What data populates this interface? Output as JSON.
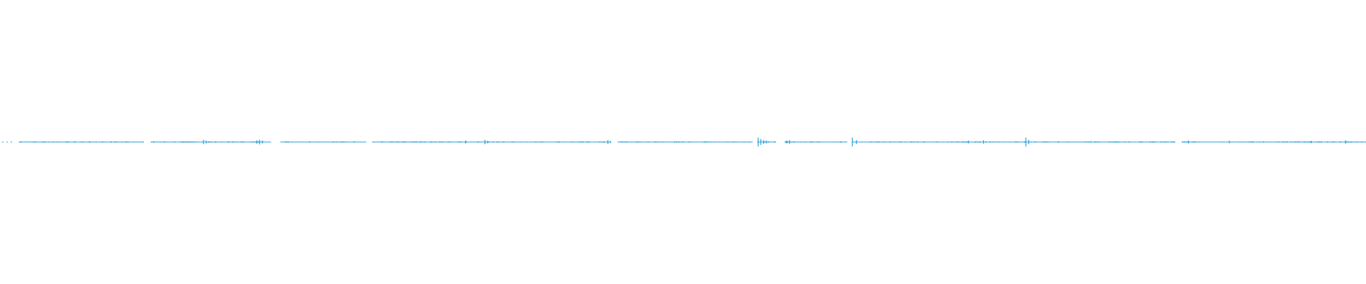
{
  "waveform": {
    "color": "#2a9fd6",
    "amplitude_scale": [
      -1,
      1
    ],
    "peaks": [
      {
        "t": 0.015,
        "amp": 0.12
      },
      {
        "t": 0.149,
        "amp": 0.45
      },
      {
        "t": 0.151,
        "amp": 0.3
      },
      {
        "t": 0.153,
        "amp": 0.15
      },
      {
        "t": 0.188,
        "amp": 0.35
      },
      {
        "t": 0.19,
        "amp": 0.5
      },
      {
        "t": 0.192,
        "amp": 0.3
      },
      {
        "t": 0.341,
        "amp": 0.3
      },
      {
        "t": 0.355,
        "amp": 0.45
      },
      {
        "t": 0.357,
        "amp": 0.25
      },
      {
        "t": 0.445,
        "amp": 0.4
      },
      {
        "t": 0.447,
        "amp": 0.2
      },
      {
        "t": 0.555,
        "amp": 0.9
      },
      {
        "t": 0.557,
        "amp": 0.6
      },
      {
        "t": 0.559,
        "amp": 0.4
      },
      {
        "t": 0.561,
        "amp": 0.3
      },
      {
        "t": 0.576,
        "amp": 0.3
      },
      {
        "t": 0.578,
        "amp": 0.4
      },
      {
        "t": 0.624,
        "amp": 0.9
      },
      {
        "t": 0.627,
        "amp": 0.4
      },
      {
        "t": 0.709,
        "amp": 0.3
      },
      {
        "t": 0.72,
        "amp": 0.35
      },
      {
        "t": 0.751,
        "amp": 0.9
      },
      {
        "t": 0.753,
        "amp": 0.45
      },
      {
        "t": 0.87,
        "amp": 0.3
      },
      {
        "t": 0.9,
        "amp": 0.25
      },
      {
        "t": 0.96,
        "amp": 0.2
      },
      {
        "t": 0.985,
        "amp": 0.35
      }
    ],
    "gaps": [
      [
        0.0,
        0.014
      ],
      [
        0.105,
        0.11
      ],
      [
        0.198,
        0.205
      ],
      [
        0.268,
        0.272
      ],
      [
        0.447,
        0.452
      ],
      [
        0.551,
        0.554
      ],
      [
        0.568,
        0.574
      ],
      [
        0.62,
        0.623
      ],
      [
        0.86,
        0.865
      ]
    ]
  }
}
